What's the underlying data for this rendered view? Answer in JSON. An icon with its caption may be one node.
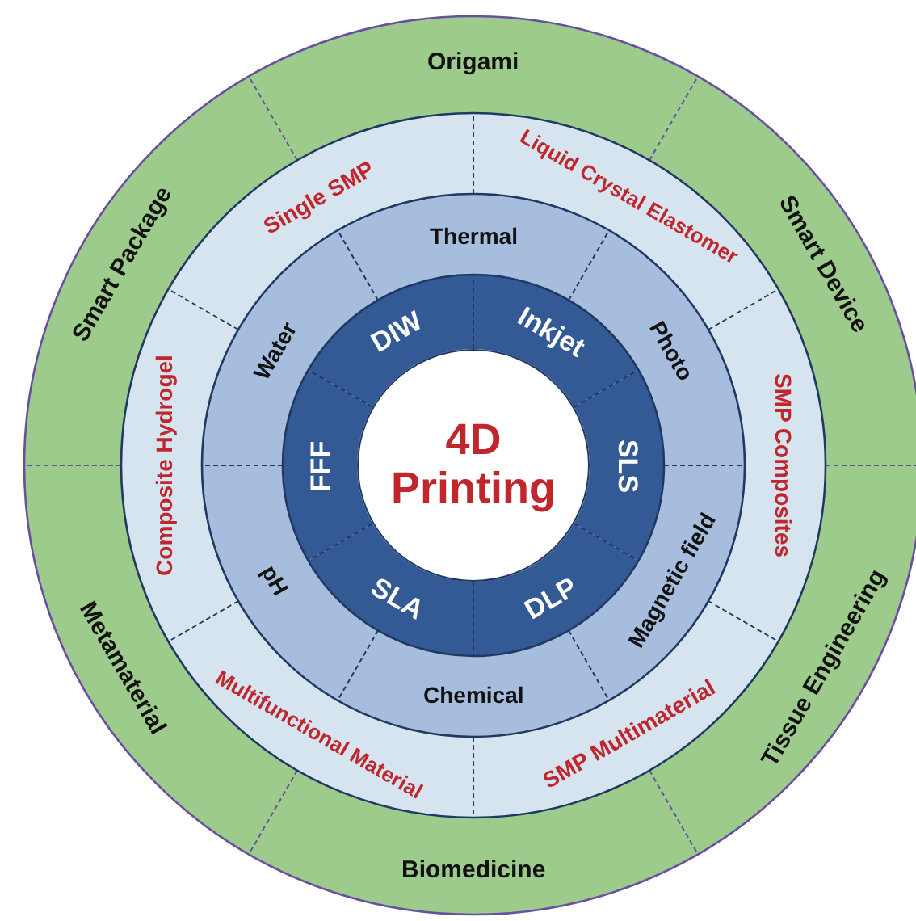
{
  "diagram": {
    "nodes": [
      {
        "text": [
          "Origami"
        ]
      },
      {
        "text": [
          "Smart Device"
        ]
      },
      {
        "text": [
          "Tissue Engineering"
        ]
      },
      {
        "text": [
          "Biomedicine"
        ]
      },
      {
        "text": [
          "Metamaterial"
        ]
      },
      {
        "text": [
          "Smart Package"
        ]
      },
      {
        "text": [
          "Liquid Crystal Elastomer"
        ]
      },
      {
        "text": [
          "SMP Composites"
        ]
      },
      {
        "text": [
          "SMP Multimaterial"
        ]
      },
      {
        "text": [
          "Multifunctional Material"
        ]
      },
      {
        "text": [
          "Composite Hydrogel"
        ]
      },
      {
        "text": [
          "Single SMP"
        ]
      },
      {
        "text": [
          "Thermal"
        ]
      },
      {
        "text": [
          "Photo"
        ]
      },
      {
        "text": [
          "Magnetic field"
        ]
      },
      {
        "text": [
          "Chemical"
        ]
      },
      {
        "text": [
          "pH"
        ]
      },
      {
        "text": [
          "Water"
        ]
      },
      {
        "text": [
          "Inkjet"
        ]
      },
      {
        "text": [
          "SLS"
        ]
      },
      {
        "text": [
          "DLP"
        ]
      },
      {
        "text": [
          "SLA"
        ]
      },
      {
        "text": [
          "FFF"
        ]
      },
      {
        "text": [
          "DIW"
        ]
      },
      {
        "text": [
          "4D Printing"
        ]
      }
    ]
  }
}
